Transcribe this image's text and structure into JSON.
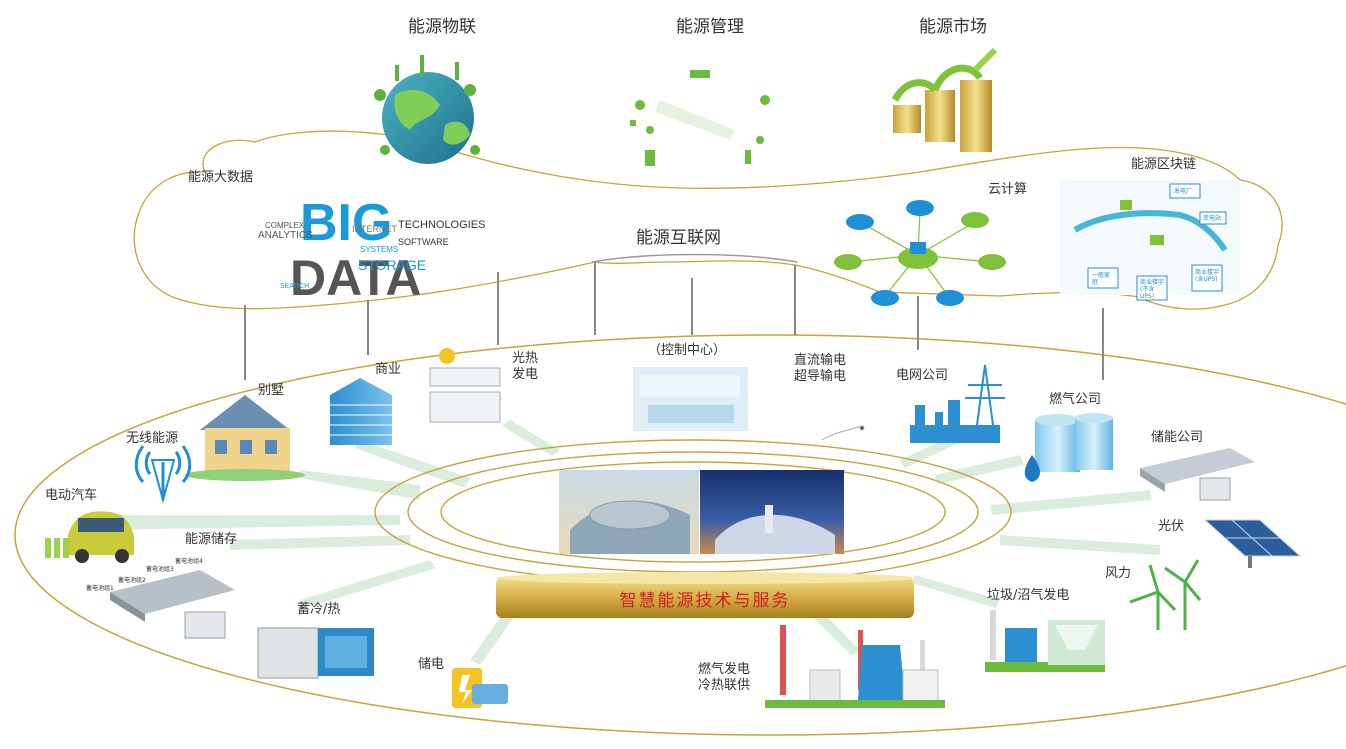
{
  "top_nodes": {
    "iot": "能源物联",
    "management": "能源管理",
    "market": "能源市场"
  },
  "cloud": {
    "big_data": "能源大数据",
    "internet": "能源互联网",
    "cloud_computing": "云计算",
    "blockchain": "能源区块链",
    "big_data_words": [
      "BIG",
      "DATA",
      "ANALYTICS",
      "STORAGE",
      "TECHNOLOGIES",
      "INTERNET",
      "SOFTWARE",
      "SYSTEMS",
      "COMPLEX",
      "SEARCH"
    ],
    "blockchain_boxes": [
      "一般家\n庭",
      "商业楼宇\n(不含\nUPS)",
      "商业楼宇\n(含UPS)",
      "发电厂",
      "变电站"
    ]
  },
  "center": {
    "control_center": "（控制中心）",
    "banner": "智慧能源技术与服务"
  },
  "nodes": {
    "villa": "别墅",
    "commercial": "商业",
    "solar_thermal": "光热\n发电",
    "dc_transmission": "直流输电\n超导输电",
    "grid_company": "电网公司",
    "gas_company": "燃气公司",
    "storage_company": "储能公司",
    "photovoltaic": "光伏",
    "wind": "风力",
    "waste_biogas": "垃圾/沼气发电",
    "gas_power": "燃气发电\n冷热联供",
    "battery": "储电",
    "cold_heat_storage": "蓄冷/热",
    "energy_storage": "能源储存",
    "electric_car": "电动汽车",
    "wireless": "无线能源",
    "battery_groups": [
      "蓄电池组1",
      "蓄电池组2",
      "蓄电池组3",
      "蓄电池组4"
    ]
  },
  "colors": {
    "gold": "#c8a23c",
    "green": "#6cbb3c",
    "blue": "#1f8fd6",
    "banner_text": "#d1202a",
    "spoke": "#d7ead8"
  }
}
